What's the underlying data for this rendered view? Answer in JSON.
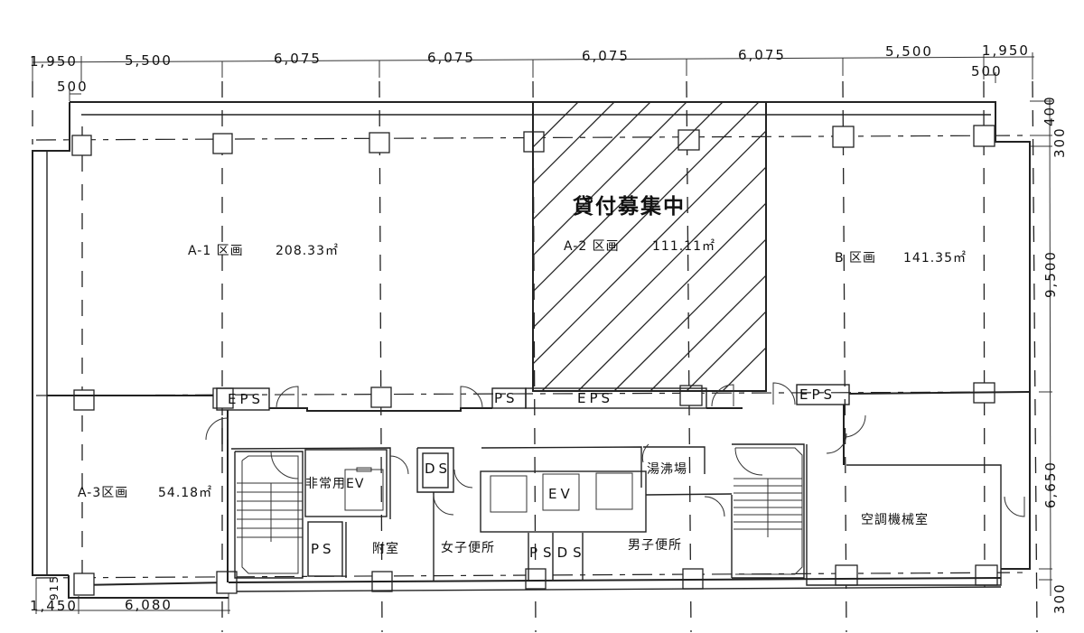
{
  "dimensions": {
    "top": [
      "1,950",
      "5,500",
      "6,075",
      "6,075",
      "6,075",
      "6,075",
      "5,500",
      "1,950"
    ],
    "top_sub_left": "500",
    "top_sub_right": "500",
    "right": [
      "400",
      "300",
      "9,500",
      "6,650",
      "300"
    ],
    "bottom": [
      "1,450",
      "6,080"
    ],
    "bottom_left_vertical": "915"
  },
  "sections": {
    "a1": {
      "name": "A-1 区画",
      "area": "208.33㎡"
    },
    "a2": {
      "name": "A-2 区画",
      "area": "111.11㎡",
      "status": "貸付募集中"
    },
    "b": {
      "name": "B 区画",
      "area": "141.35㎡"
    },
    "a3": {
      "name": "A-3区画",
      "area": "54.18㎡"
    }
  },
  "rooms": {
    "eps_left": "EPS",
    "ps_center": "PS",
    "eps_center": "EPS",
    "eps_right": "EPS",
    "emergency_ev": "非常用EV",
    "ds": "DS",
    "ev": "EV",
    "kitchenette": "湯沸場",
    "ps_lower": "PS",
    "anteroom": "附室",
    "womens_restroom": "女子便所",
    "ps_ds_lower": "PSDS",
    "mens_restroom": "男子便所",
    "hvac_room": "空調機械室"
  },
  "colors": {
    "line": "#222222",
    "background": "#ffffff"
  }
}
